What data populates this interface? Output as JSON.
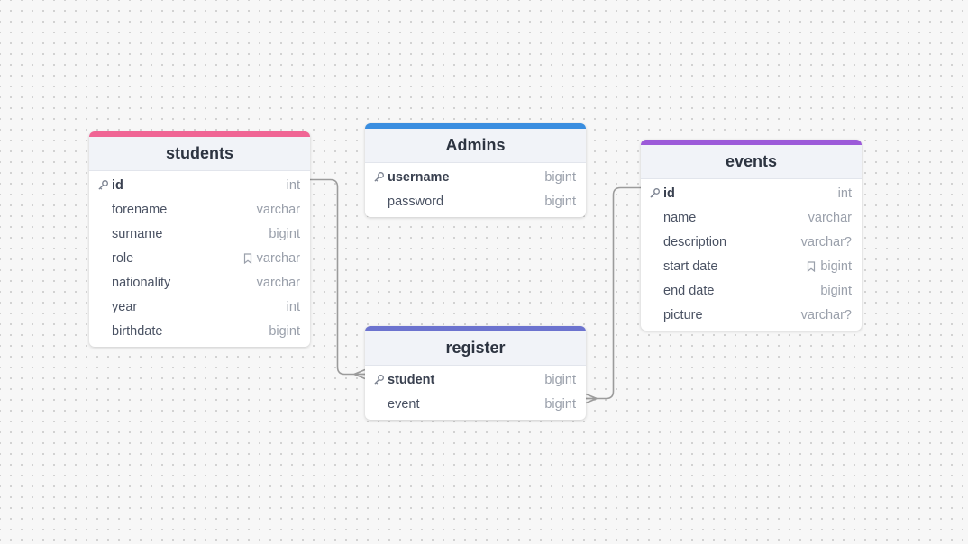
{
  "colors": {
    "students": "#f06595",
    "admins": "#3a8ee0",
    "register": "#6c73cf",
    "events": "#9c5ad9",
    "relation": "#9b9b9b"
  },
  "tables": {
    "students": {
      "title": "students",
      "rows": [
        {
          "name": "id",
          "type": "int",
          "pk": true
        },
        {
          "name": "forename",
          "type": "varchar"
        },
        {
          "name": "surname",
          "type": "bigint"
        },
        {
          "name": "role",
          "type": "varchar",
          "note": true
        },
        {
          "name": "nationality",
          "type": "varchar"
        },
        {
          "name": "year",
          "type": "int"
        },
        {
          "name": "birthdate",
          "type": "bigint"
        }
      ]
    },
    "admins": {
      "title": "Admins",
      "rows": [
        {
          "name": "username",
          "type": "bigint",
          "pk": true
        },
        {
          "name": "password",
          "type": "bigint"
        }
      ]
    },
    "register": {
      "title": "register",
      "rows": [
        {
          "name": "student",
          "type": "bigint",
          "pk": true
        },
        {
          "name": "event",
          "type": "bigint"
        }
      ]
    },
    "events": {
      "title": "events",
      "rows": [
        {
          "name": "id",
          "type": "int",
          "pk": true
        },
        {
          "name": "name",
          "type": "varchar"
        },
        {
          "name": "description",
          "type": "varchar?"
        },
        {
          "name": "start date",
          "type": "bigint",
          "note": true
        },
        {
          "name": "end date",
          "type": "bigint"
        },
        {
          "name": "picture",
          "type": "varchar?"
        }
      ]
    }
  },
  "relations": [
    {
      "from": "students.id",
      "to": "register.student"
    },
    {
      "from": "events.id",
      "to": "register.event"
    }
  ]
}
